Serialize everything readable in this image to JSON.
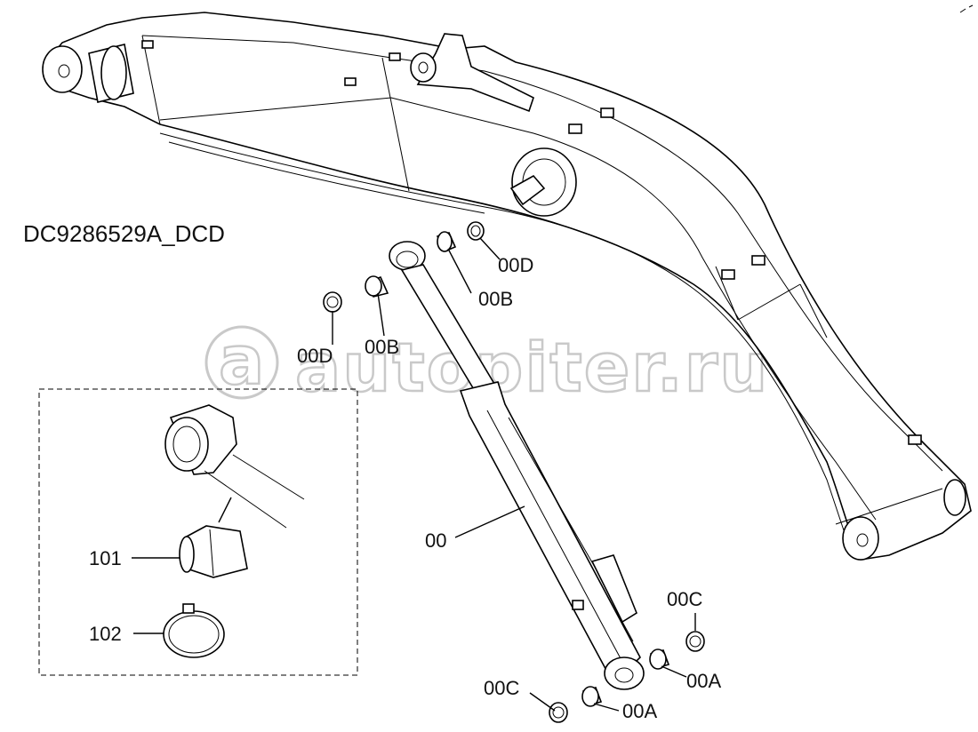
{
  "diagram": {
    "code": "DC9286529A_DCD",
    "watermark": "autopiter.ru",
    "labels": {
      "cylinder": "00",
      "bushing_a_1": "00A",
      "bushing_a_2": "00A",
      "bushing_b_1": "00B",
      "bushing_b_2": "00B",
      "seal_c_1": "00C",
      "seal_c_2": "00C",
      "seal_d_1": "00D",
      "seal_d_2": "00D",
      "bushing": "101",
      "seal_kit": "102"
    }
  }
}
